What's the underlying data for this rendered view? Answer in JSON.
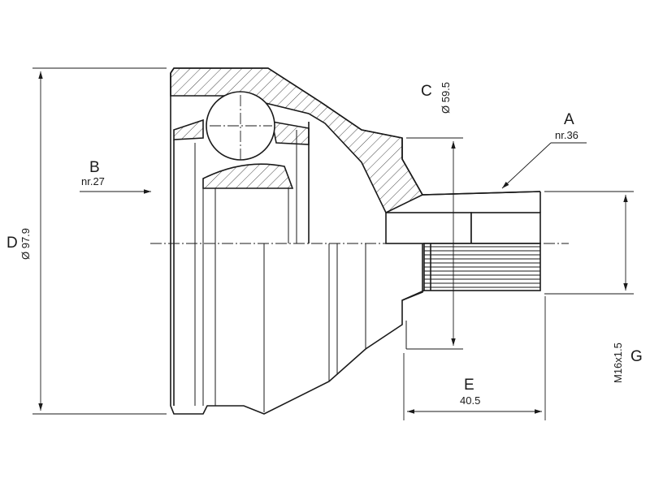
{
  "diagram": {
    "labels": {
      "A": {
        "letter": "A",
        "value": "nr.36"
      },
      "B": {
        "letter": "B",
        "value": "nr.27"
      },
      "C": {
        "letter": "C",
        "value": "Ø 59.5"
      },
      "D": {
        "letter": "D",
        "value": "Ø 97.9"
      },
      "E": {
        "letter": "E",
        "value": "40.5"
      },
      "G": {
        "letter": "G",
        "value": "M16x1.5"
      }
    }
  }
}
